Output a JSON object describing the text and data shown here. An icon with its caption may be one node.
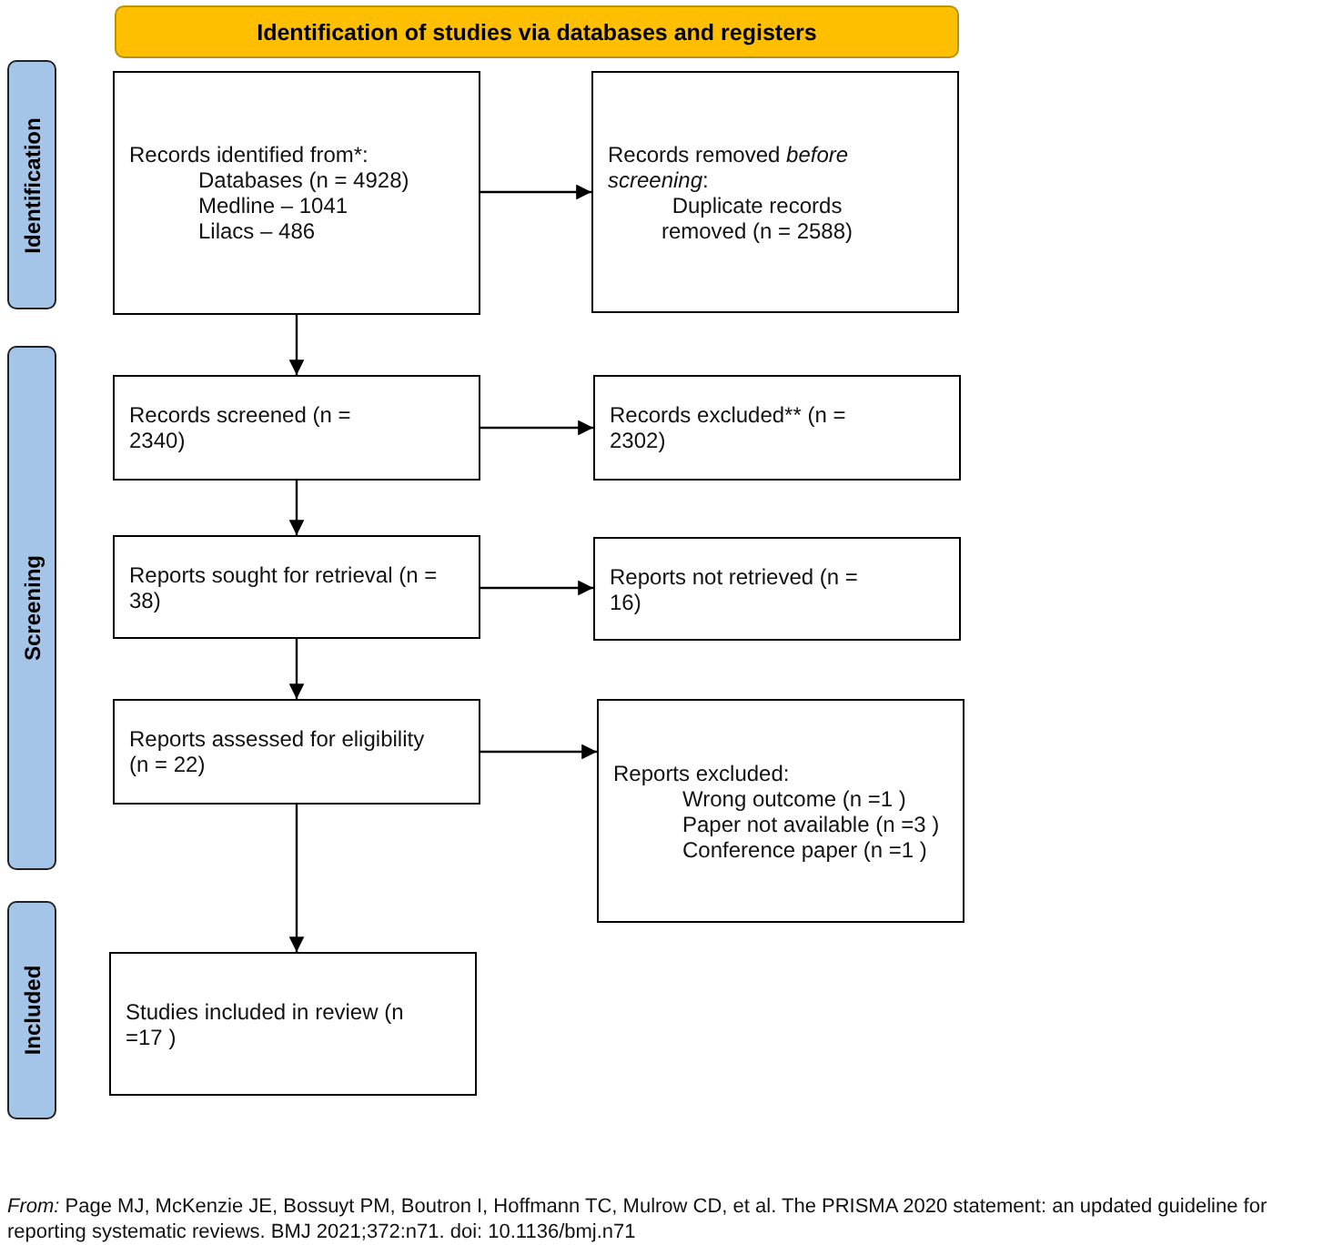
{
  "diagram": {
    "caption": "*From:*  Page MJ, McKenzie JE, Bossuyt PM, Boutron I, Hoffmann TC, Mulrow CD, et al. The PRISMA 2020 statement: an updated guideline for reporting systematic reviews. BMJ 2021;372:n71. doi: 10.1136/bmj.n71",
    "nodes": [
      {
        "text": [
          "Identification of studies via databases and registers"
        ]
      },
      {
        "text": [
          "Identification"
        ]
      },
      {
        "text": [
          "Screening"
        ]
      },
      {
        "text": [
          "Included"
        ]
      },
      {
        "text": [
          "Records identified from*:",
          "Databases (n = 4928)",
          "Medline – 1041",
          "Lilacs – 486"
        ]
      },
      {
        "text": [
          "Records removed *before screening*:",
          "Duplicate records removed  (n = 2588)"
        ]
      },
      {
        "text": [
          "Records screened (n = 2340)"
        ]
      },
      {
        "text": [
          "Records excluded** (n = 2302)"
        ]
      },
      {
        "text": [
          "Reports sought for retrieval (n = 38)"
        ]
      },
      {
        "text": [
          "Reports not retrieved (n = 16)"
        ]
      },
      {
        "text": [
          "Reports assessed for eligibility (n = 22)"
        ]
      },
      {
        "text": [
          "Reports excluded:",
          "Wrong outcome (n =1 )",
          "Paper not available (n =3 )",
          "Conference paper (n =1 )"
        ]
      },
      {
        "text": [
          "Studies included in review (n =17 )"
        ]
      }
    ],
    "edges": [
      {
        "from": 4,
        "to": 6,
        "arrow": "to"
      },
      {
        "from": 4,
        "to": 5,
        "arrow": "to"
      },
      {
        "from": 6,
        "to": 8,
        "arrow": "to"
      },
      {
        "from": 6,
        "to": 7,
        "arrow": "to"
      },
      {
        "from": 8,
        "to": 10,
        "arrow": "to"
      },
      {
        "from": 8,
        "to": 9,
        "arrow": "to"
      },
      {
        "from": 10,
        "to": 12,
        "arrow": "to"
      },
      {
        "from": 10,
        "to": 11,
        "arrow": "to"
      }
    ]
  }
}
